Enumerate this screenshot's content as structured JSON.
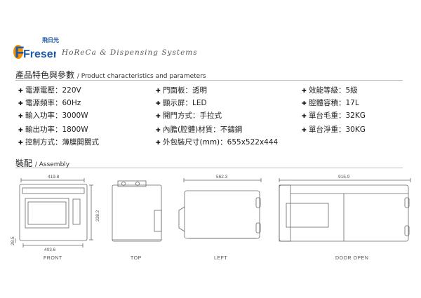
{
  "brand": {
    "logo_text": "Freser",
    "logo_cn": "飛日光",
    "tagline": "HoReCa & Dispensing Systems",
    "colors": {
      "blue": "#1e5aa8",
      "orange": "#f39200"
    }
  },
  "characteristics": {
    "title_cn": "產品特色與參數",
    "title_en": "/ Product characteristics and parameters",
    "columns": [
      [
        "電源電壓：220V",
        "電源頻率：60Hz",
        "輸入功率：3000W",
        "輸出功率：1800W",
        "控制方式：薄膜開關式"
      ],
      [
        "門面板：透明",
        "顯示屏：LED",
        "開門方式：手拉式",
        "內膽(腔體)材質：不鏽鋼",
        "外包裝尺寸(mm)：655x522x444"
      ],
      [
        "效能等級：5級",
        "腔體容積：17L",
        "單台毛重：32KG",
        "單台淨重：30KG"
      ]
    ]
  },
  "assembly": {
    "title_cn": "裝配",
    "title_en": "/ Assembly",
    "views": [
      {
        "label": "FRONT",
        "dims": {
          "width_top": "419.8",
          "height": "338.2",
          "width_bottom": "403.6",
          "foot": "28.5"
        }
      },
      {
        "label": "TOP"
      },
      {
        "label": "LEFT",
        "dims": {
          "depth": "562.3"
        }
      },
      {
        "label": "DOOR OPEN",
        "dims": {
          "depth_open": "915.9"
        }
      }
    ]
  }
}
